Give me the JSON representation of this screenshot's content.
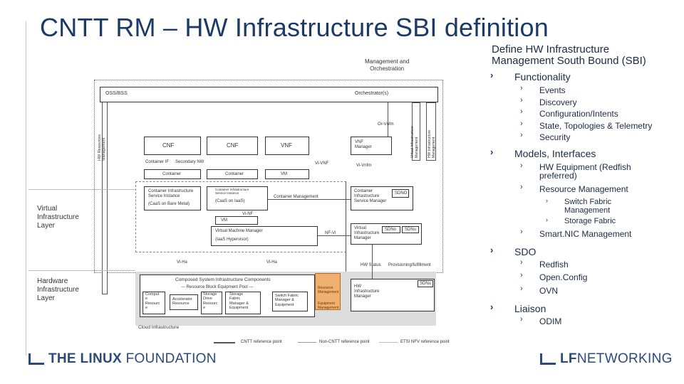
{
  "title": "CNTT RM – HW Infrastructure SBI definition",
  "diagram": {
    "mgmt_orch": "Management and\nOrchestration",
    "oss_bss": "OSS/BSS",
    "orchestrators": "Orchestrator(s)",
    "or_vnfm": "Or-Vnfm",
    "vnf_manager": "VNF\nManager",
    "vi_vnfm": "Vi-Vnfm",
    "vi_vnf": "Vi-VNF",
    "cnf1": "CNF",
    "cnf2": "CNF",
    "vnf": "VNF",
    "container_if": "Container IF",
    "secondary_nw": "Secondary NW",
    "container1": "Container",
    "container2": "Container",
    "vm_top": "VM",
    "container_infra_service": "Container Infrastructure\nService Instance",
    "caas_bare_metal": "(CaaS on Bare Metal)",
    "container_infra_small": "Container Infrastructure\nService Instance",
    "caas_iaas": "(CaaS on IaaS)",
    "container_mgmt": "Container Management",
    "container_infra_service_mgr": "Container\nInfrastructure\nService Manager",
    "sdnc1": "SDNO",
    "vi_nf": "Vi-NF",
    "vm_mid": "VM",
    "vm_manager": "Virtual Machine Manager",
    "iaas_hypervisor": "(IaaS Hypervisor)",
    "nf_vi": "NF-Vi",
    "vim": "Virtual\nInfrastructure\nManager",
    "sdnc2": "SDNo",
    "sdnu": "SDNu",
    "vi_ha1": "Vi-Ha",
    "vi_ha2": "Vi-Ha",
    "hw_status": "HW Status",
    "provisioning": "Provisioning/fulfillment",
    "virtual_infra_layer": "Virtual\nInfrastructure\nLayer",
    "hardware_infra_layer": "Hardware\nInfrastructure\nLayer",
    "composed_system": "Composed System Infrastructure Components",
    "resource_block": "--- Resource Block Equipment Pool ---",
    "compute_resource": "Comput\ne\nResourc\ne",
    "accelerator": "Accelerator\nResource",
    "storage_drive": "Storage\nDrive\nResourc\ne",
    "storage_fabric": "Storage\nFabric\nManager &\nEquipment",
    "switch_fabric": "Switch Fabric\nManager &\nEquipment",
    "resource_mgmt1": "Resource\nManagement",
    "resource_mgmt2": "Equipment\nManagement",
    "sdnu2": "SDNu",
    "hw_infra_manager": "HW\nInfrastructure\nManager",
    "cloud_infrastructure": "Cloud Infrastructure",
    "hw_mgmt_vert": "HW Resources\nManagement",
    "virt_infra_vert": "Virtual Infrastructure\nManagement",
    "hw_infra_vert": "HW Infrastructure\nManagement",
    "legend_cntt": "CNTT reference point",
    "legend_non_cntt": "Non-CNTT reference point",
    "legend_etsi": "ETSI NFV reference point"
  },
  "right_panel": {
    "heading": "Define HW Infrastructure\nManagement South Bound (SBI)",
    "functionality": "Functionality",
    "func_items": [
      "Events",
      "Discovery",
      "Configuration/Intents",
      "State, Topologies & Telemetry",
      "Security"
    ],
    "models": "Models, Interfaces",
    "hw_equipment": "HW Equipment (Redfish\npreferred)",
    "resource_mgmt": "Resource Management",
    "switch_fabric": "Switch Fabric\nManagement",
    "storage_fabric": "Storage Fabric",
    "smartnic": "Smart.NIC Management",
    "sdo": "SDO",
    "sdo_items": [
      "Redfish",
      "Open.Config",
      "OVN"
    ],
    "liaison": "Liaison",
    "liaison_items": [
      "ODIM"
    ]
  },
  "footer": {
    "left_logo_bold": "THE LINUX",
    "left_logo_light": " FOUNDATION",
    "right_logo_bold": "LF",
    "right_logo_light": "NETWORKING"
  },
  "colors": {
    "title": "#1b3a66",
    "orange": "#f0b070"
  }
}
